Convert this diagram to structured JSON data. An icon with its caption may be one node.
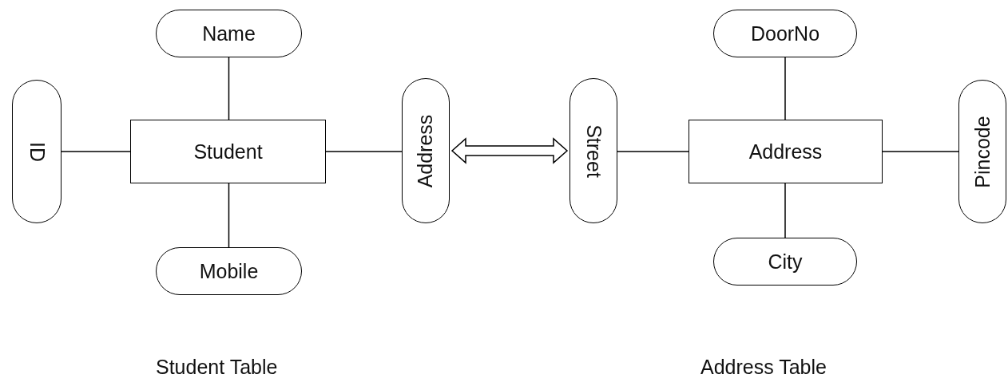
{
  "diagram": {
    "nodes": [
      {
        "text": [
          "Name"
        ]
      },
      {
        "text": [
          "ID"
        ]
      },
      {
        "text": [
          "Student"
        ]
      },
      {
        "text": [
          "Address"
        ]
      },
      {
        "text": [
          "Mobile"
        ]
      },
      {
        "text": [
          "DoorNo"
        ]
      },
      {
        "text": [
          "Street"
        ]
      },
      {
        "text": [
          "Address"
        ]
      },
      {
        "text": [
          "Pincode"
        ]
      },
      {
        "text": [
          "City"
        ]
      }
    ],
    "edges": [
      {
        "from": 2,
        "to": 0,
        "arrow": "none"
      },
      {
        "from": 1,
        "to": 2,
        "arrow": "none"
      },
      {
        "from": 2,
        "to": 4,
        "arrow": "none"
      },
      {
        "from": 2,
        "to": 3,
        "arrow": "none"
      },
      {
        "from": 3,
        "to": 6,
        "arrow": "both",
        "style": "thick"
      },
      {
        "from": 7,
        "to": 5,
        "arrow": "none"
      },
      {
        "from": 6,
        "to": 7,
        "arrow": "none"
      },
      {
        "from": 7,
        "to": 8,
        "arrow": "none"
      },
      {
        "from": 7,
        "to": 9,
        "arrow": "none"
      }
    ],
    "labels": [
      "Student Table",
      "Address Table"
    ]
  }
}
